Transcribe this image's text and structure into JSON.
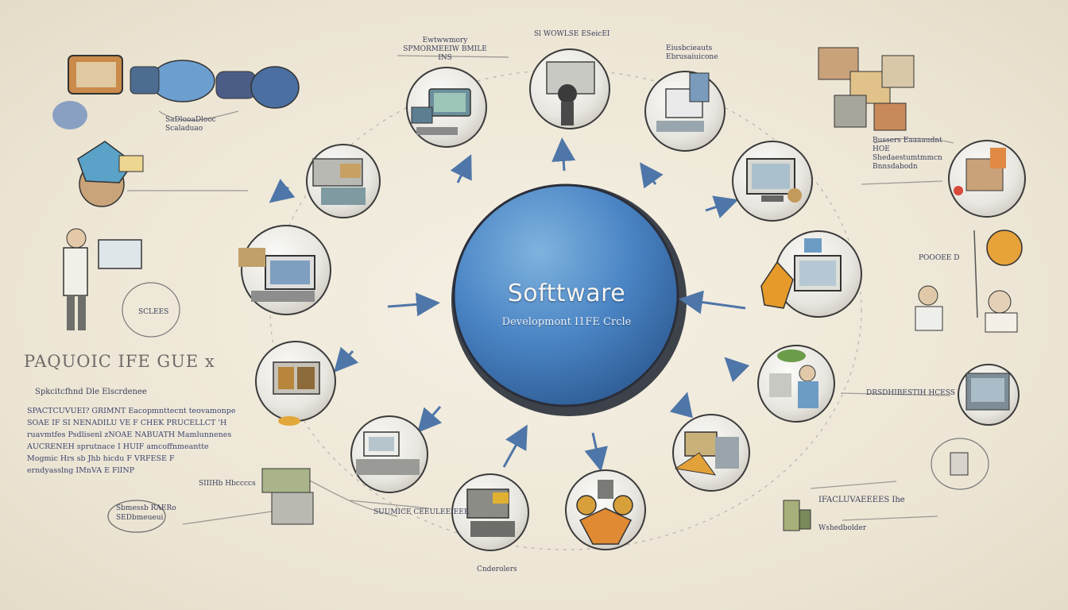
{
  "hub": {
    "title": "Softtware",
    "subtitle": "Developmont I1FE Crcle"
  },
  "left_panel": {
    "heading": "PAQUOIC IFE GUE x",
    "subheading": "Spkcitcfhnd Dle Elscrdenee",
    "paragraph_lines": [
      "SPACTCUVUEI? GRIMNT Eacopmnttecnt teovamonpe",
      "SOAE IF SI NENADILU VE F CHEK PRUCELLCT 'H",
      "ruavmtfes Psdlisenl zNOAE NABUATH Mamlunnenes",
      "AUCRENEH sprutnace I HUIF amcoffnmeantte",
      "Mogmic Hrs sb Jhb hicdu F VRFESE F",
      "erndyasslng IMnVA E FlINP"
    ]
  },
  "labels": {
    "top_left": "SaDlooaDlooc Scaladuao",
    "top_center_a": "Ewtwwmory SPMORMEEIW BMILE INS",
    "top_center_b": "Sl WOWLSE ESeicEI",
    "top_right": "Eiusbcieauts Ebrusaiuicone",
    "right_upper": "Bussers Eaaaaudnt HOE Shedaestumtmmcn Bnnsdabodn",
    "right_mid": "POOOEE D",
    "right_lower": "DRSDHIBESTIH HCESS",
    "bottom_right_a": "IFACLUVAEEEES Ihe",
    "bottom_right_b": "Wshedbolder",
    "bottom_center": "SUUMICE CEEULEEIEEE",
    "bottom_mid": "Cnderolers",
    "bottom_left_a": "SIIIHb Hbccccs",
    "bottom_left_b": "Sbmessb RAERo SEDbmeueui",
    "tag_left": "SCLEES"
  },
  "colors": {
    "hub": "#4a84c4",
    "background": "#efe9db",
    "arrow": "#5a7fae",
    "ink": "#3b3f5a"
  }
}
